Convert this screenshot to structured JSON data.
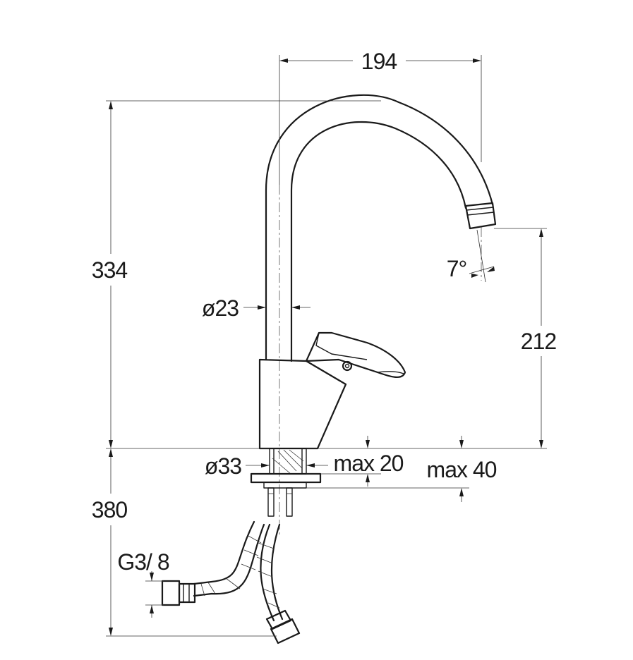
{
  "dimensions": {
    "reach": "194",
    "total_height": "334",
    "spout_height": "212",
    "spout_angle": "7°",
    "spout_diameter": "ø23",
    "base_diameter": "ø33",
    "max_thickness_1": "max 20",
    "max_thickness_2": "max 40",
    "hose_length": "380",
    "connector_thread": "G3/ 8"
  },
  "colors": {
    "line": "#1a1a1a",
    "background": "#ffffff"
  }
}
